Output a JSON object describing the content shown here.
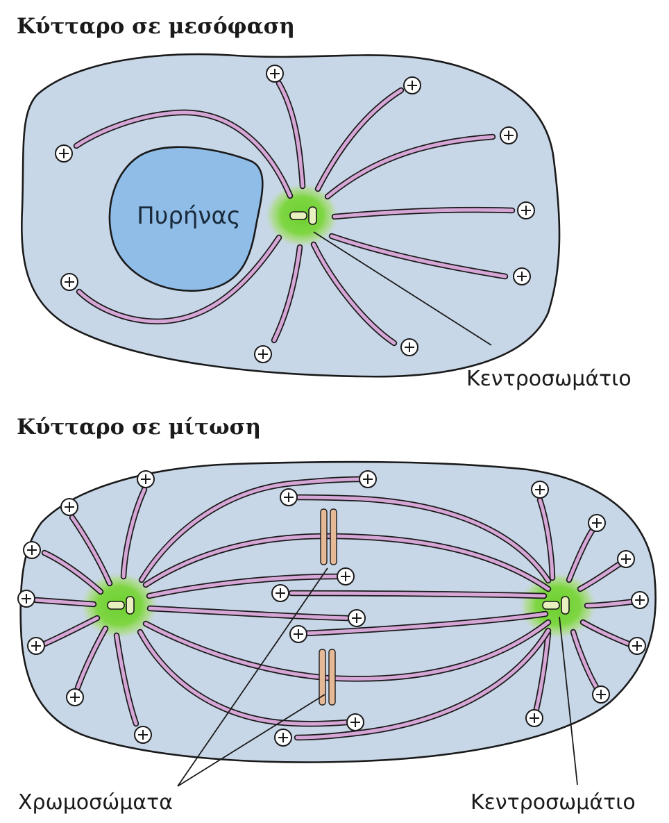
{
  "interphase": {
    "title": "Κύτταρο σε μεσόφαση",
    "nucleus_label": "Πυρήνας",
    "centrosome_label": "Κεντροσωμάτιο"
  },
  "mitosis": {
    "title": "Κύτταρο σε μίτωση",
    "chromosomes_label": "Χρωμοσώματα",
    "centrosome_label": "Κεντροσωμάτιο"
  },
  "colors": {
    "cytoplasm": "#c8d7e8",
    "nucleus": "#8fbde8",
    "microtubule": "#d6a6d6",
    "centrosome_glow": "#6ccf2f",
    "chromosome": "#e6b996"
  },
  "icons": {
    "plus_end": "plus-end-icon",
    "centriole": "centriole-icon"
  }
}
